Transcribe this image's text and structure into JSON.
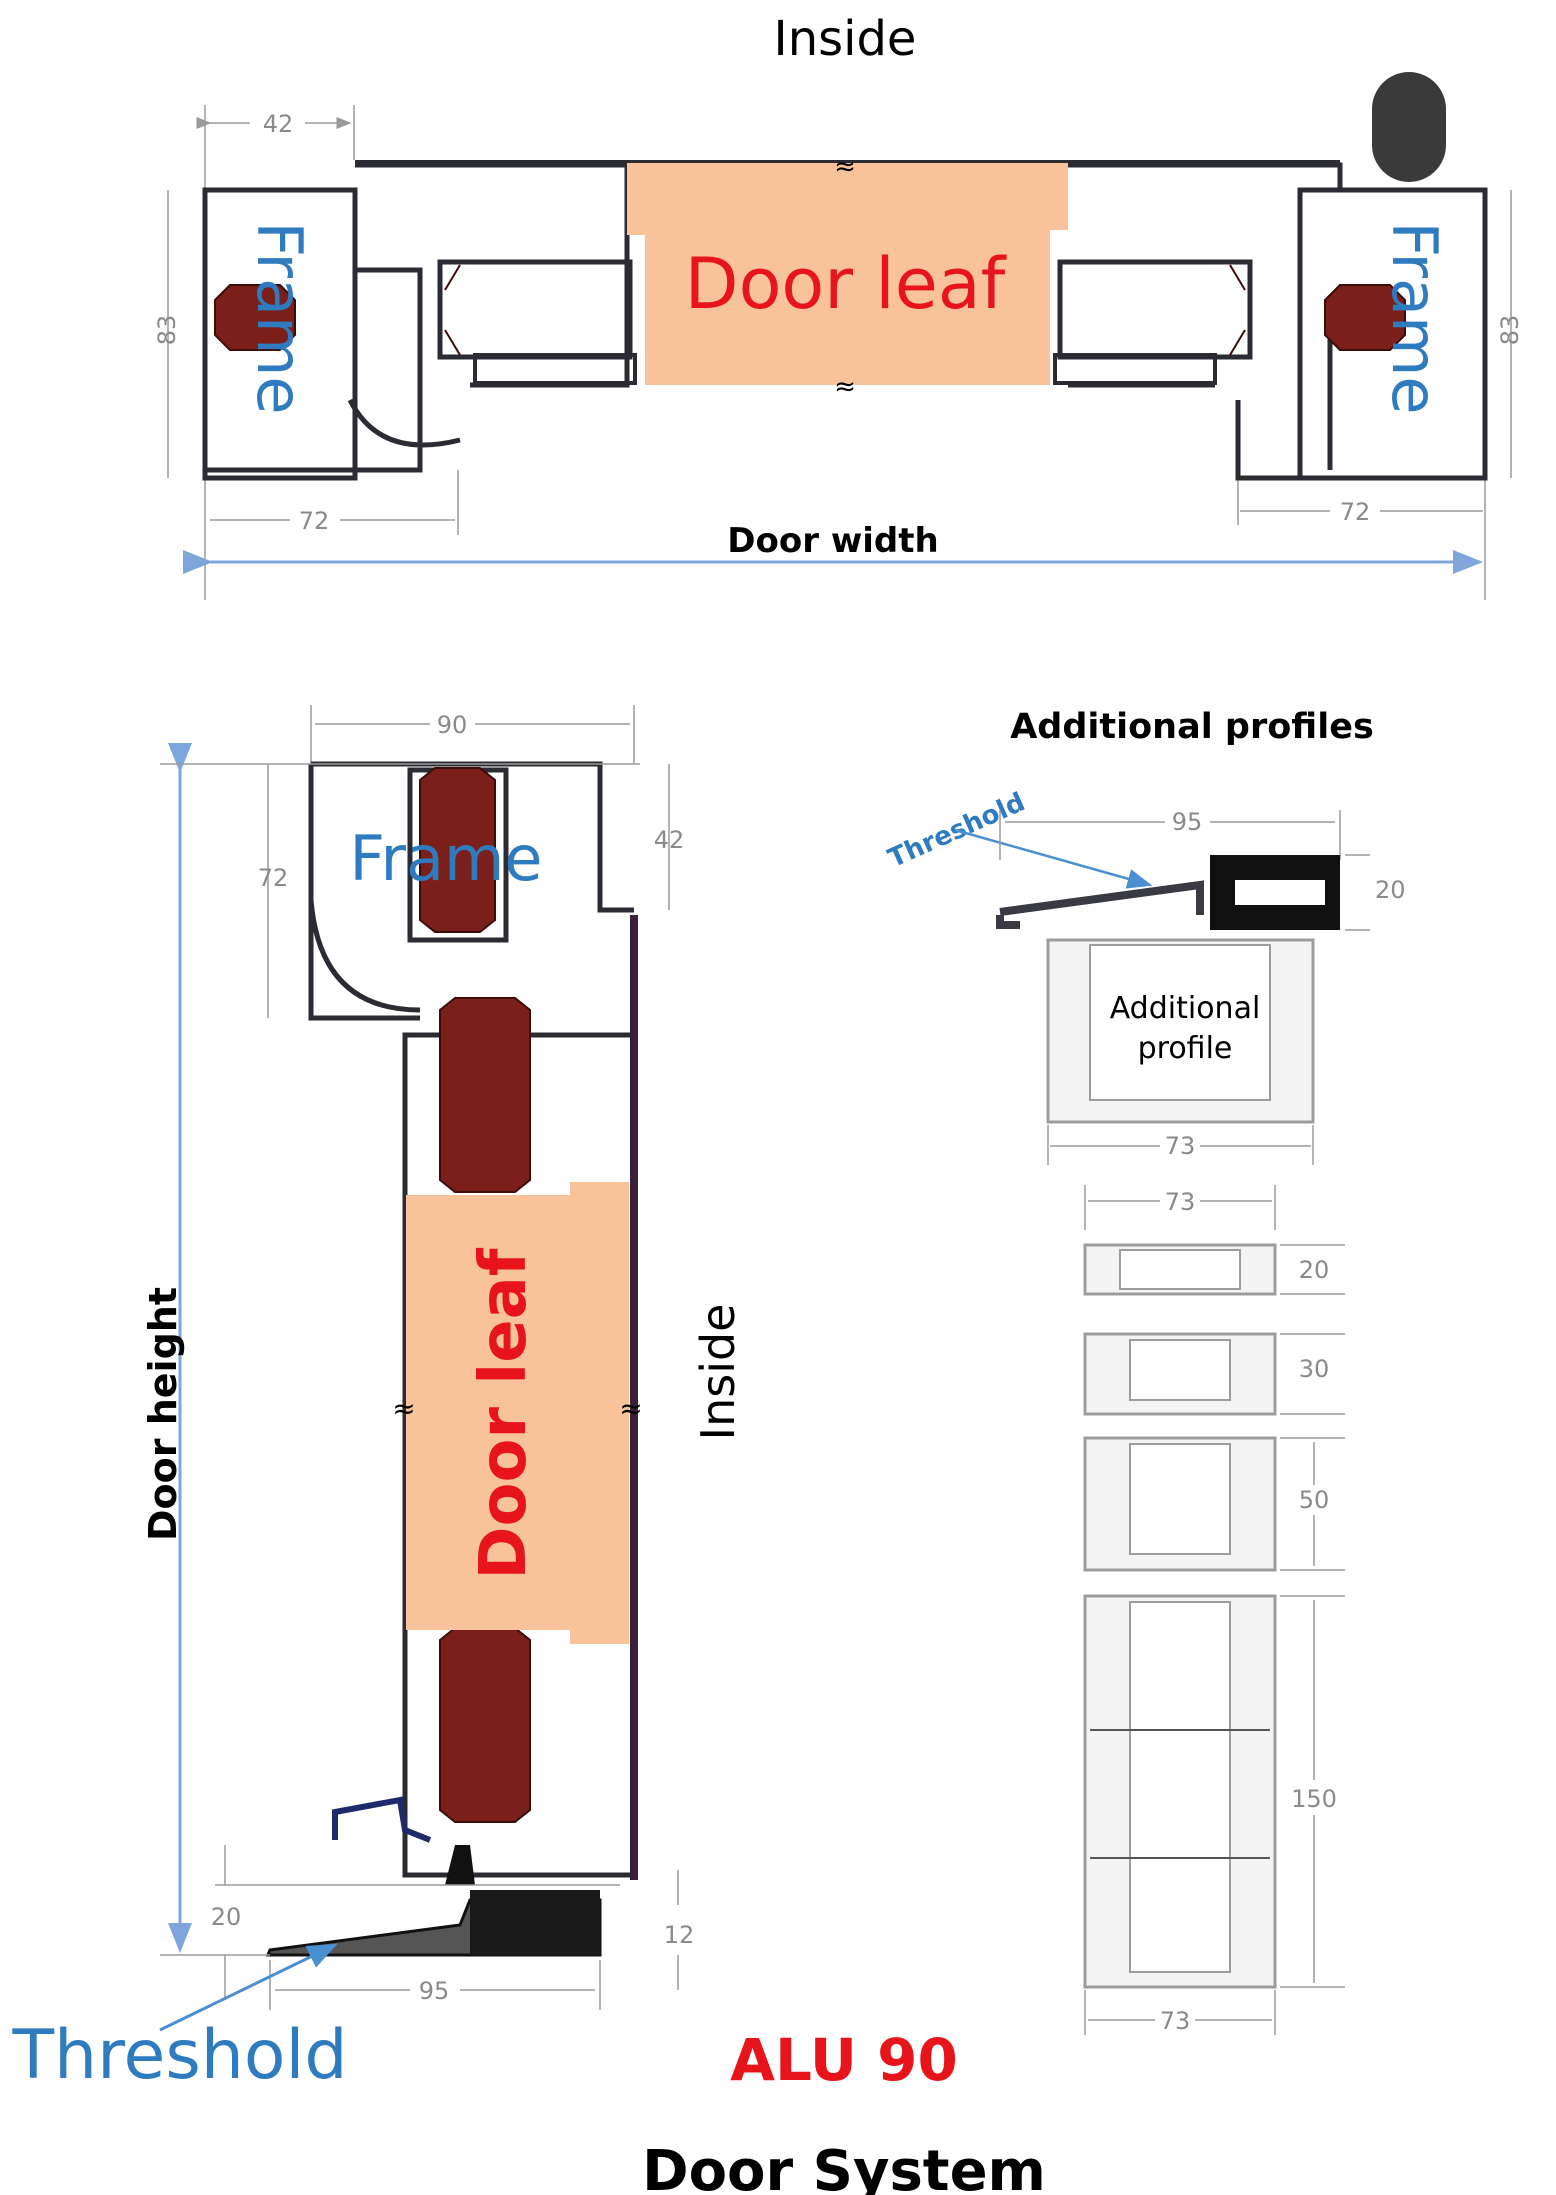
{
  "top_view": {
    "inside_label": "Inside",
    "frame_left_label": "Frame",
    "frame_right_label": "Frame",
    "door_leaf_label": "Door leaf",
    "door_width_label": "Door width",
    "dim_42": "42",
    "dim_83_left": "83",
    "dim_83_right": "83",
    "dim_72_left": "72",
    "dim_72_right": "72"
  },
  "section_view": {
    "dim_90": "90",
    "dim_72": "72",
    "dim_42": "42",
    "frame_label": "Frame",
    "door_leaf_label": "Door leaf",
    "inside_label": "Inside",
    "door_height_label": "Door height",
    "dim_20": "20",
    "dim_12": "12",
    "dim_95": "95",
    "threshold_label": "Threshold"
  },
  "additional_profiles": {
    "title": "Additional profiles",
    "threshold_label": "Threshold",
    "dim_95": "95",
    "dim_20": "20",
    "profile_label_line1": "Additional",
    "profile_label_line2": "profile",
    "dim_73_a": "73",
    "dim_73_b": "73",
    "dim_73_c": "73",
    "heights": [
      "20",
      "30",
      "50",
      "150"
    ]
  },
  "footer": {
    "model": "ALU 90",
    "title": "Door System"
  },
  "colors": {
    "frame_text": "#2f7bc0",
    "leaf_text": "#e8141b",
    "leaf_fill": "#f8c39a"
  }
}
